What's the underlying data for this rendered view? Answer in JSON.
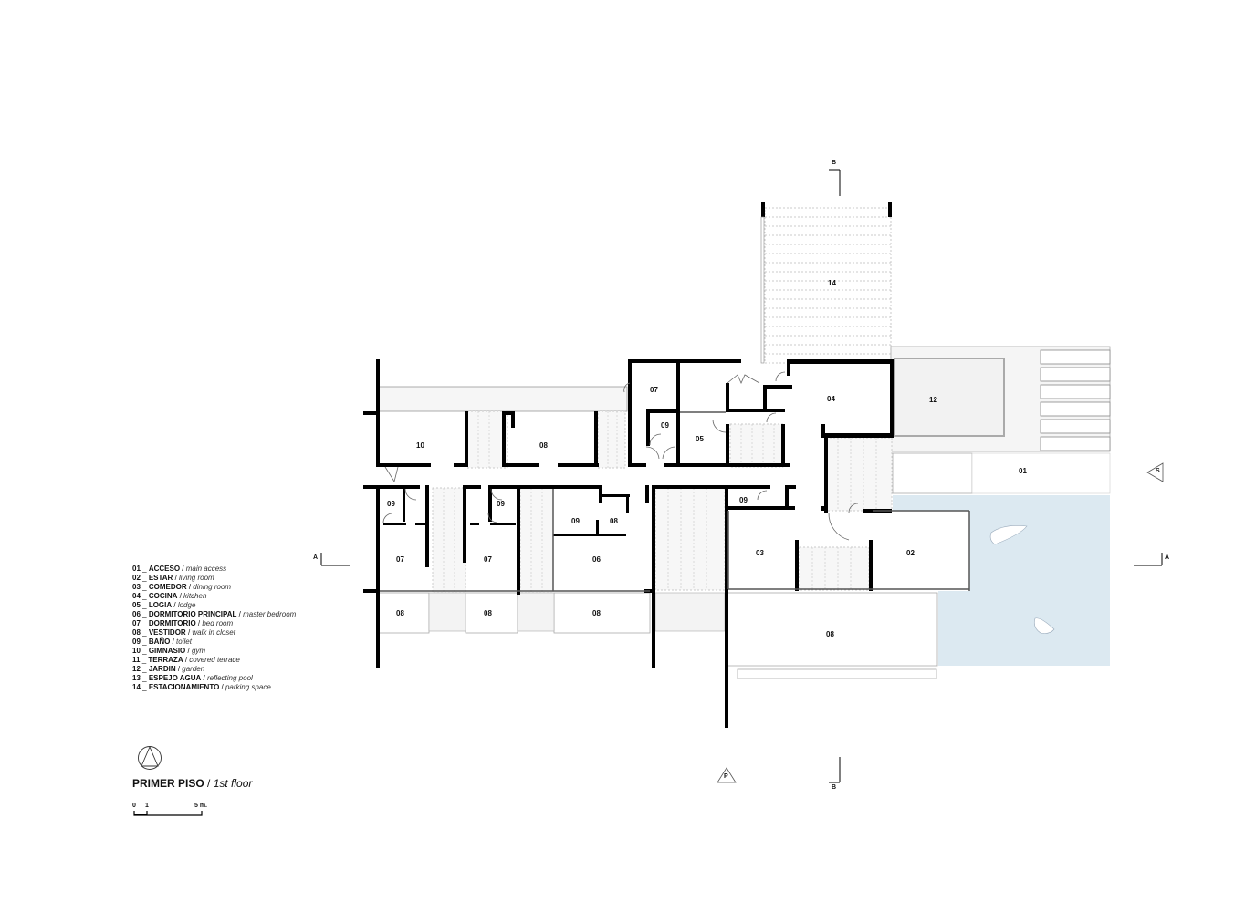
{
  "drawing": {
    "title_es": "PRIMER PISO",
    "title_sep": " / ",
    "title_en": "1st floor",
    "scale": {
      "zero": "0",
      "one": "1",
      "five": "5 m."
    },
    "colors": {
      "wall": "#000000",
      "pool": "#dce9f1",
      "garden": "#f4f4f4",
      "terrace": "#f6f6f6",
      "line": "#9a9a9a"
    }
  },
  "legend": [
    {
      "num": "01",
      "es": "ACCESO",
      "en": "main access"
    },
    {
      "num": "02",
      "es": "ESTAR",
      "en": "living room"
    },
    {
      "num": "03",
      "es": "COMEDOR",
      "en": "dining room"
    },
    {
      "num": "04",
      "es": "COCINA",
      "en": "kitchen"
    },
    {
      "num": "05",
      "es": "LOGIA",
      "en": "lodge"
    },
    {
      "num": "06",
      "es": "DORMITORIO PRINCIPAL",
      "en": "master bedroom"
    },
    {
      "num": "07",
      "es": "DORMITORIO",
      "en": "bed room"
    },
    {
      "num": "08",
      "es": "VESTIDOR",
      "en": "walk in closet"
    },
    {
      "num": "09",
      "es": "BAÑO",
      "en": "toilet"
    },
    {
      "num": "10",
      "es": "GIMNASIO",
      "en": "gym"
    },
    {
      "num": "11",
      "es": "TERRAZA",
      "en": "covered terrace"
    },
    {
      "num": "12",
      "es": "JARDIN",
      "en": "garden"
    },
    {
      "num": "13",
      "es": "ESPEJO AGUA",
      "en": "reflecting pool"
    },
    {
      "num": "14",
      "es": "ESTACIONAMIENTO",
      "en": "parking space"
    }
  ],
  "rooms": {
    "r14": "14",
    "r12": "12",
    "r01": "01",
    "r04": "04",
    "r07a": "07",
    "r09a": "09",
    "r05": "05",
    "r10": "10",
    "r08a": "08",
    "r09b": "09",
    "r09c": "09",
    "r09d": "09",
    "r08b": "08",
    "r07b": "07",
    "r07c": "07",
    "r06": "06",
    "r08c": "08",
    "r08d": "08",
    "r08e": "08",
    "r09e": "09",
    "r03": "03",
    "r02": "02",
    "r08f": "08"
  },
  "markers": {
    "section_a_left": "A",
    "section_a_right": "A",
    "section_b_top": "B",
    "section_b_bottom": "B",
    "access_s": "S",
    "access_p": "P"
  }
}
